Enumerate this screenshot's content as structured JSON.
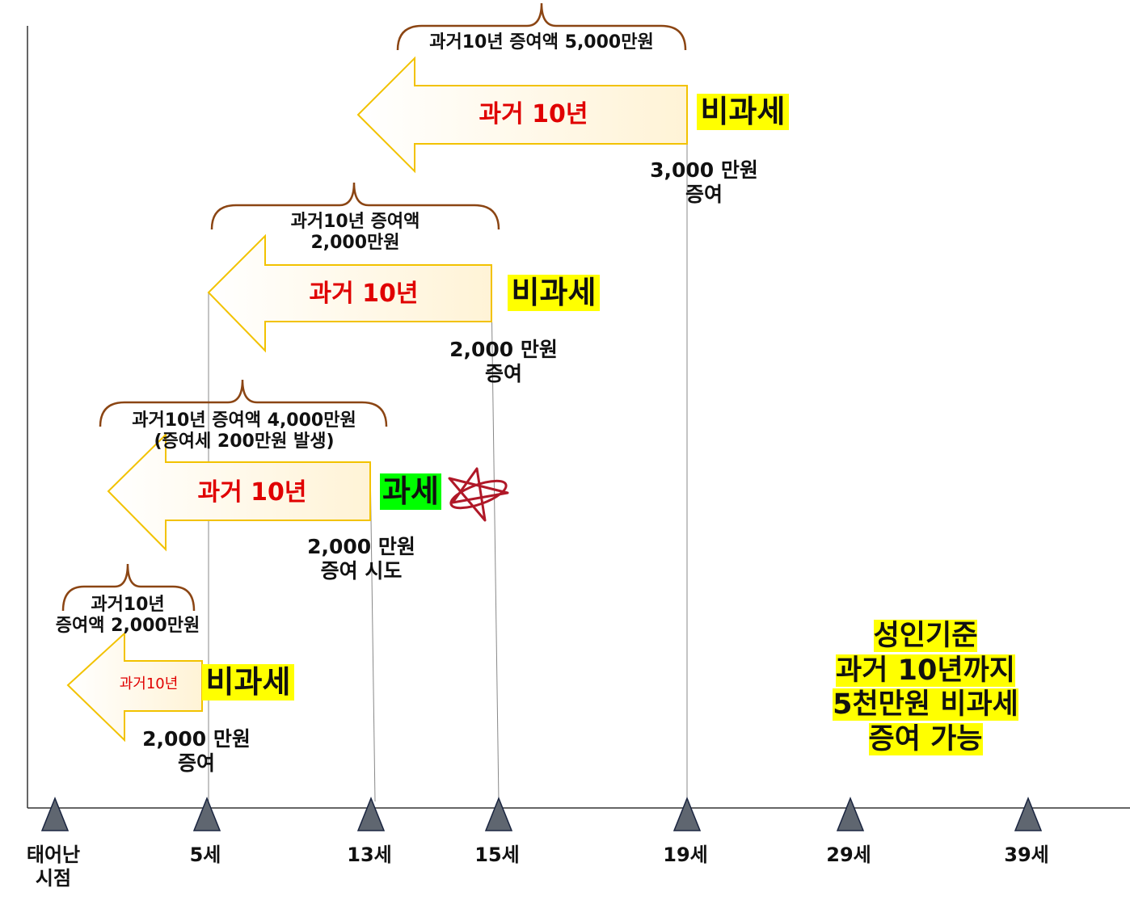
{
  "timeline": {
    "ticks": [
      {
        "label": "태어난\n시점"
      },
      {
        "label": "5세"
      },
      {
        "label": "13세"
      },
      {
        "label": "15세"
      },
      {
        "label": "19세"
      },
      {
        "label": "29세"
      },
      {
        "label": "39세"
      }
    ]
  },
  "gifts": [
    {
      "arrow_text": "과거10년",
      "status": "비과세",
      "amount_line1": "2,000 만원",
      "amount_line2": "증여",
      "brace_line1": "과거10년",
      "brace_line2": "증여액  2,000만원"
    },
    {
      "arrow_text": "과거 10년",
      "status": "과세",
      "amount_line1": "2,000 만원",
      "amount_line2": "증여 시도",
      "brace_line1": "과거10년 증여액 4,000만원",
      "brace_line2": "(증여세 200만원 발생)"
    },
    {
      "arrow_text": "과거 10년",
      "status": "비과세",
      "amount_line1": "2,000 만원",
      "amount_line2": "증여",
      "brace_line1": "과거10년 증여액",
      "brace_line2": "2,000만원"
    },
    {
      "arrow_text": "과거 10년",
      "status": "비과세",
      "amount_line1": "3,000 만원",
      "amount_line2": "증여",
      "brace_line1": "과거10년 증여액 5,000만원",
      "brace_line2": ""
    }
  ],
  "summary": {
    "line1": "성인기준",
    "line2": "과거 10년까지",
    "line3": "5천만원 비과세",
    "line4": "증여 가능"
  },
  "colors": {
    "arrow_fill": "#fff8e6",
    "arrow_stroke": "#f2c200",
    "brace": "#8b4513",
    "triangle": "#5f6670",
    "highlight_yellow": "#ffff00",
    "highlight_green": "#00ff00",
    "accent_red": "#e00000",
    "star": "#b01828"
  }
}
